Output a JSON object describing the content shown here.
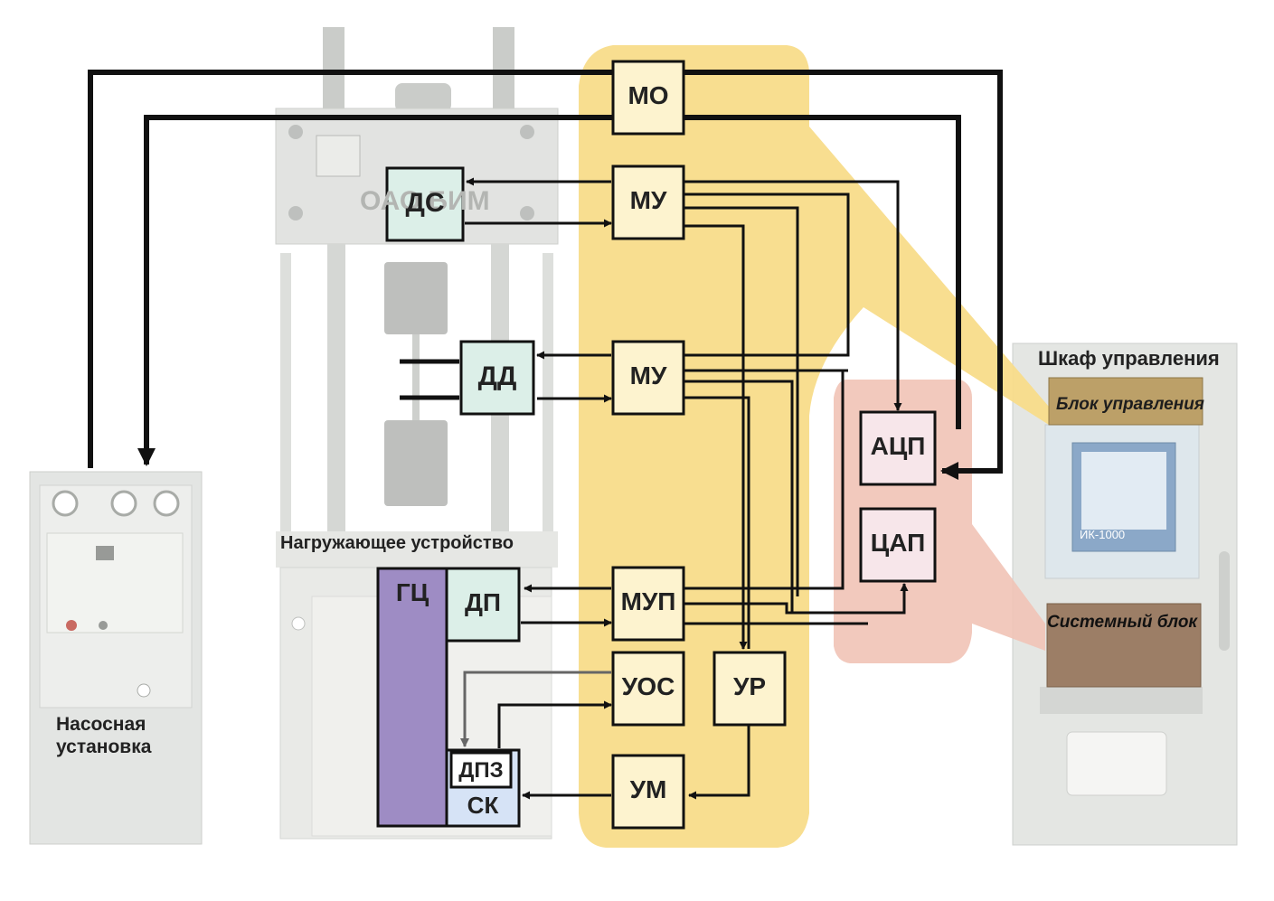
{
  "labels": {
    "pump_line1": "Насосная",
    "pump_line2": "установка",
    "loading_device": "Нагружающее устройство",
    "cabinet": "Шкаф управления",
    "control_unit": "Блок управления",
    "system_unit": "Системный блок",
    "machine_brand": "ОАО БИМ",
    "monitor_text": "ИК-1000"
  },
  "blocks": {
    "mo": "МО",
    "mu1": "МУ",
    "mu2": "МУ",
    "mup": "МУП",
    "uos": "УОС",
    "ur": "УР",
    "um": "УМ",
    "ds": "ДС",
    "dd": "ДД",
    "dp": "ДП",
    "gc": "ГЦ",
    "dpz": "ДПЗ",
    "sk": "СК",
    "adc": "АЦП",
    "dac": "ЦАП"
  },
  "colors": {
    "yellow_band": "#f8dc8a",
    "pink_zone": "#f1c3b6",
    "block_fill": "#fdf3cf",
    "sensor_fill": "#dcefe8",
    "gc_fill": "#9e8cc4",
    "sk_fill": "#d6e3f6",
    "converter_fill": "#f7e6ea",
    "line": "#111111"
  }
}
